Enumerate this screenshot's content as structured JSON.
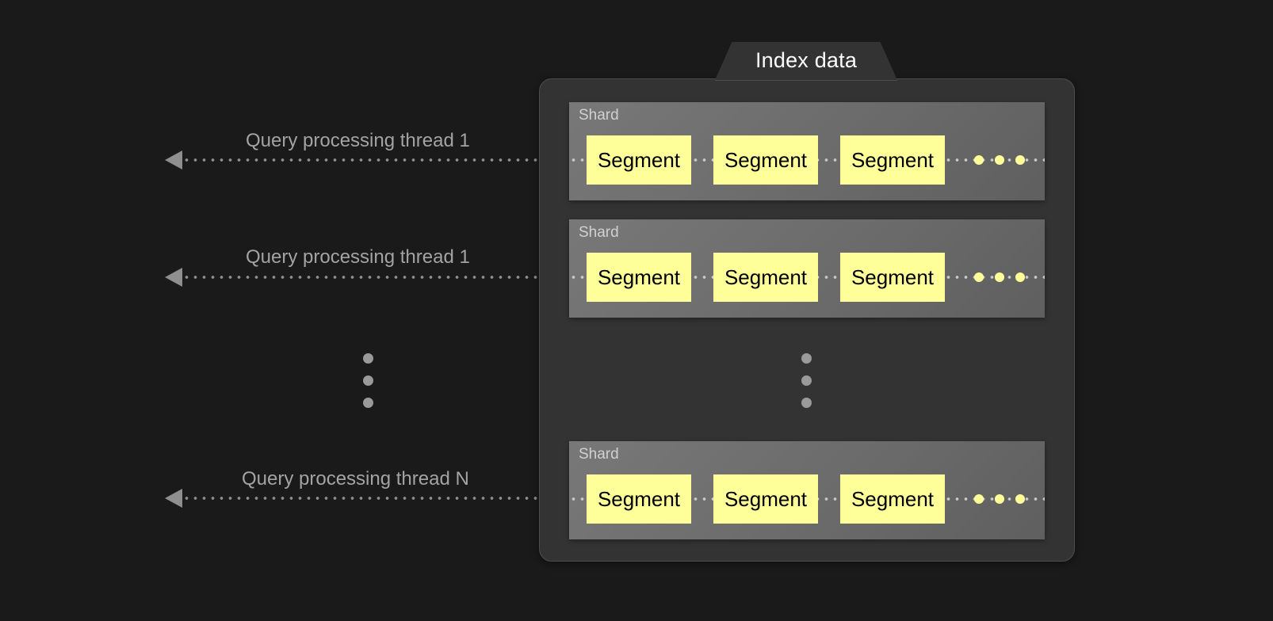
{
  "diagram": {
    "title": "Index data",
    "background_color": "#1a1a1a",
    "panel_color": "#333333",
    "shard_color": "#6d6d6d",
    "segment_color": "#ffff99",
    "segment_text_color": "#000000",
    "thread_text_color": "#a3a3a3",
    "dot_color": "#9a9a9a"
  },
  "panel": {
    "tab_label": "Index data"
  },
  "threads": [
    {
      "label": "Query processing thread 1"
    },
    {
      "label": "Query processing thread 1"
    },
    {
      "label": "Query processing thread N"
    }
  ],
  "shards": [
    {
      "label": "Shard",
      "segments": [
        {
          "label": "Segment"
        },
        {
          "label": "Segment"
        },
        {
          "label": "Segment"
        }
      ],
      "more_segments": "..."
    },
    {
      "label": "Shard",
      "segments": [
        {
          "label": "Segment"
        },
        {
          "label": "Segment"
        },
        {
          "label": "Segment"
        }
      ],
      "more_segments": "..."
    },
    {
      "label": "Shard",
      "segments": [
        {
          "label": "Segment"
        },
        {
          "label": "Segment"
        },
        {
          "label": "Segment"
        }
      ],
      "more_segments": "..."
    }
  ],
  "ellipsis": {
    "threads_more": "...",
    "shards_more": "..."
  }
}
